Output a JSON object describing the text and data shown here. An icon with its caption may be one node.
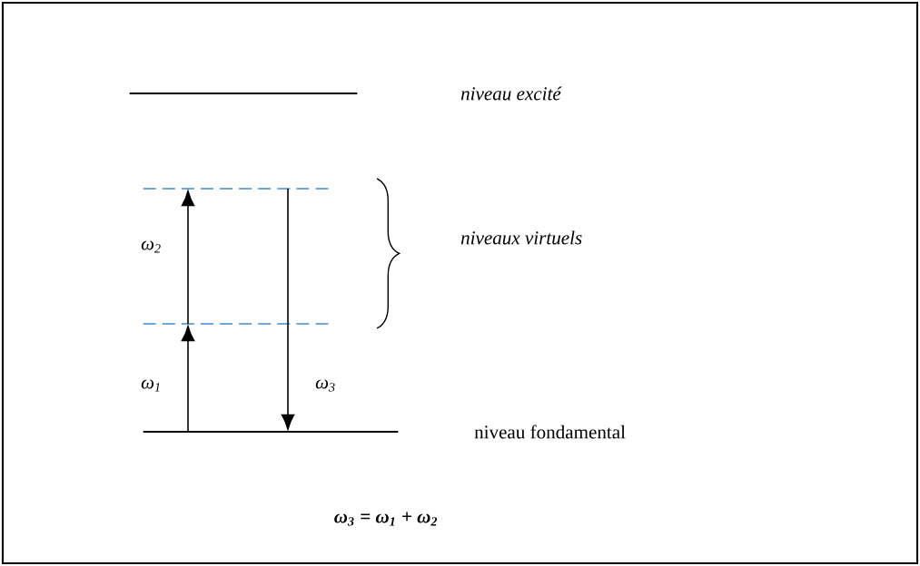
{
  "diagram": {
    "nodes": [
      {
        "text": [],
        "shape": "bar"
      },
      {
        "text": [],
        "shape": "bar"
      },
      {
        "text": [],
        "shape": "bar"
      },
      {
        "text": [],
        "shape": "bar",
        "beside": [
          "niveau fondamental"
        ]
      }
    ],
    "edges": [
      {
        "from": 3,
        "to": 2,
        "arrow": "to",
        "label": "ω$_{1}$"
      },
      {
        "from": 2,
        "to": 1,
        "arrow": "to",
        "label": "ω$_{2}$"
      },
      {
        "from": 1,
        "to": 3,
        "arrow": "to",
        "label": "ω$_{3}$"
      }
    ],
    "labels": [
      "niveau excité",
      "niveaux virtuels",
      "ω$_{3}$ = ω$_{1}$ + ω$_{2}$"
    ]
  }
}
